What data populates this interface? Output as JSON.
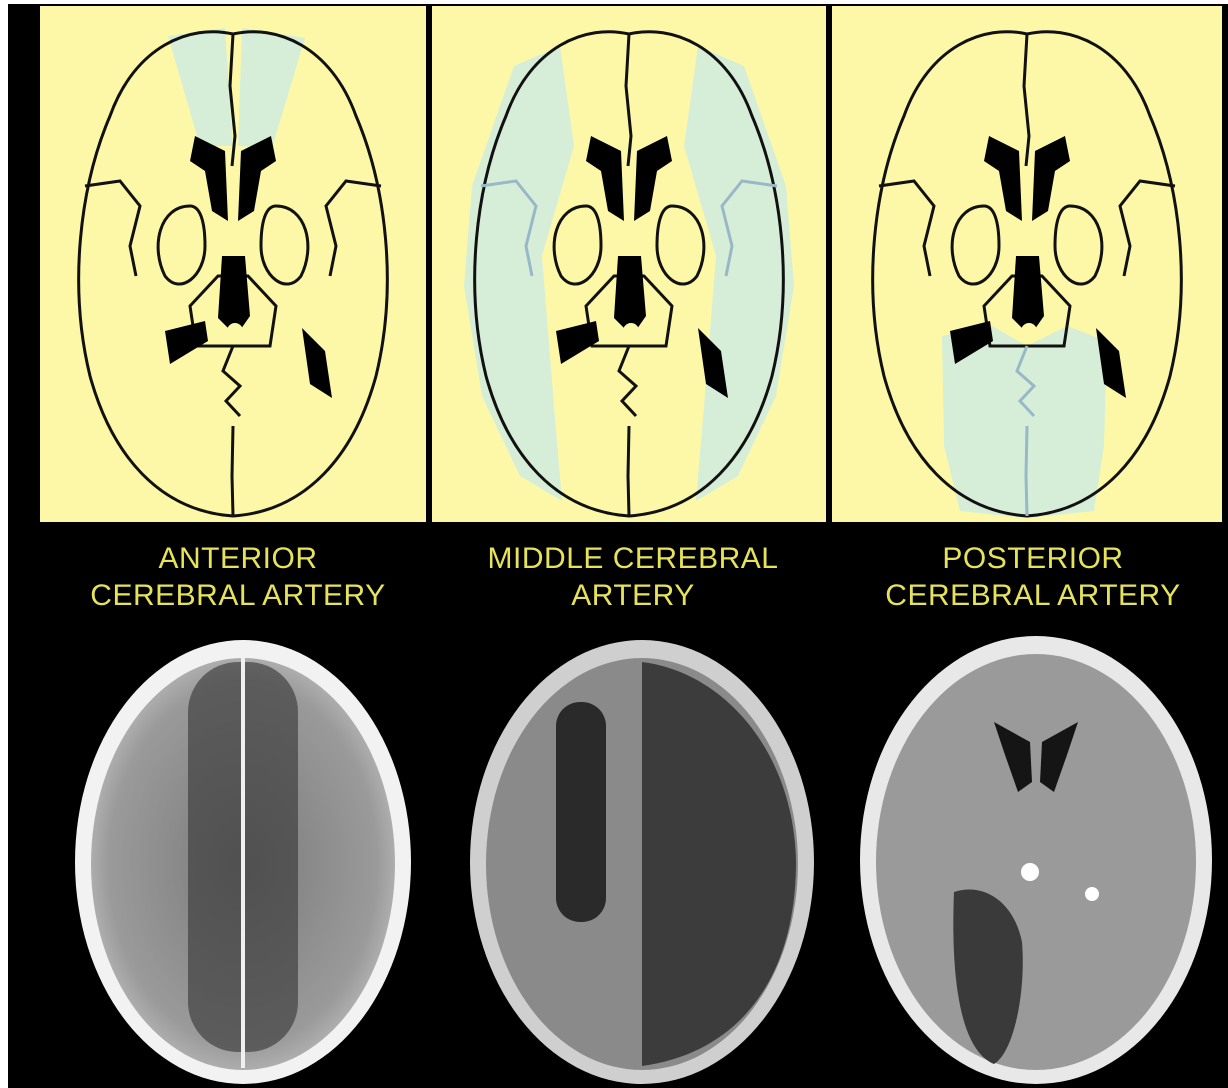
{
  "colors": {
    "background": "#000000",
    "panel_fill": "#fdf8a8",
    "territory_fill": "#d6eed8",
    "territory_line": "#98b8c8",
    "outline": "#111111",
    "caption_text": "#e6e35a"
  },
  "territories": [
    {
      "id": "aca",
      "caption_lines": [
        "ANTERIOR",
        "CEREBRAL ARTERY"
      ]
    },
    {
      "id": "mca",
      "caption_lines": [
        "MIDDLE CEREBRAL",
        "ARTERY"
      ]
    },
    {
      "id": "pca",
      "caption_lines": [
        "POSTERIOR",
        "CEREBRAL ARTERY"
      ]
    }
  ]
}
